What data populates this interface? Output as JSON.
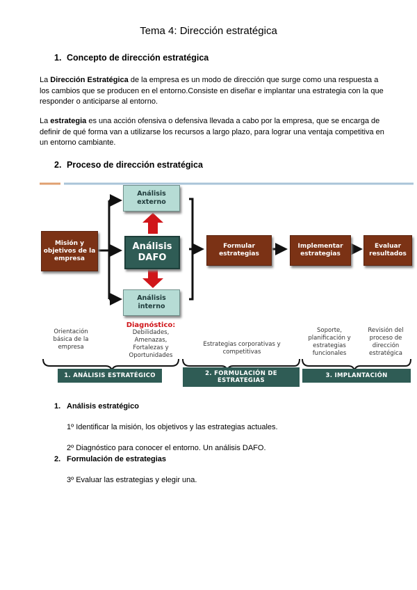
{
  "title": "Tema 4: Dirección estratégica",
  "section1": {
    "number": "1.",
    "heading": "Concepto de dirección estratégica",
    "para1": {
      "pre": "La ",
      "bold": "Dirección Estratégica",
      "post": " de la empresa es un modo de dirección que surge como una respuesta a los cambios que se producen en el entorno.Consiste en diseñar e implantar una estrategia con la que responder o anticiparse al entorno."
    },
    "para2": {
      "pre": "La ",
      "bold": "estrategia",
      "post": "  es una acción ofensiva o defensiva llevada a cabo por la empresa, que se encarga de definir de qué forma van a utilizarse los recursos a largo plazo, para lograr una ventaja competitiva en un entorno cambiante."
    }
  },
  "section2": {
    "number": "2.",
    "heading": "Proceso de dirección estratégica"
  },
  "diagram": {
    "mision": "Misión y objetivos de la empresa",
    "externo": "Análisis externo",
    "dafo": "Análisis DAFO",
    "interno": "Análisis interno",
    "formular": "Formular estrategias",
    "implementar": "Implementar estrategias",
    "evaluar": "Evaluar resultados",
    "note_orientacion": "Orientación básica de la empresa",
    "note_diagnostico_title": "Diagnóstico:",
    "note_diagnostico_body": "Debilidades, Amenazas, Fortalezas y Oportunidades",
    "note_estrategias": "Estrategias corporativas y competitivas",
    "note_soporte": "Soporte, planificación y estrategias funcionales",
    "note_revision": "Revisión del proceso de dirección estratégica",
    "phase1": "1. ANÁLISIS ESTRATÉGICO",
    "phase2": "2. FORMULACIÓN DE ESTRATEGIAS",
    "phase3": "3. IMPLANTACIÓN",
    "colors": {
      "brown": "#7b3215",
      "mint": "#b6dcd5",
      "dafo": "#2f5c55",
      "phase_bar": "#2f5c55",
      "arrow_red": "#d0161a"
    }
  },
  "list": [
    {
      "number": "1.",
      "heading": "Análisis estratégico",
      "items": [
        "1º Identificar la misión, los objetivos y las estrategias actuales.",
        "2º Diagnóstico para conocer el entorno. Un análisis DAFO."
      ]
    },
    {
      "number": "2.",
      "heading": "Formulación de estrategias",
      "items": [
        "3º Evaluar las estrategias y elegir una."
      ]
    }
  ]
}
